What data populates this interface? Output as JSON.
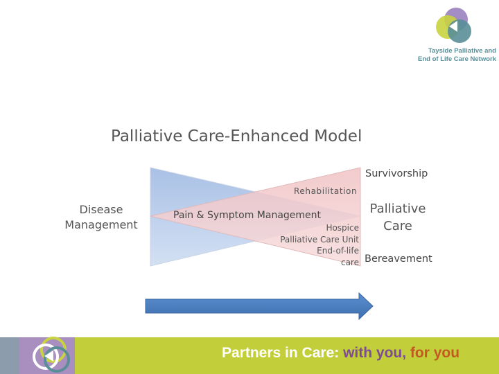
{
  "organization": {
    "name_line1": "Tayside Palliative and",
    "name_line2": "End of Life Care Network"
  },
  "title": "Palliative Care-Enhanced Model",
  "diagram": {
    "left_label_line1": "Disease",
    "left_label_line2": "Management",
    "right_label_line1": "Palliative",
    "right_label_line2": "Care",
    "survivorship": "Survivorship",
    "bereavement": "Bereavement",
    "rehabilitation": "Rehabilitation",
    "pain_symptom": "Pain & Symptom Management",
    "hospice": "Hospice",
    "palliative_care_unit": "Palliative Care Unit",
    "end_of_life": "End-of-life",
    "care": "care"
  },
  "footer": {
    "tagline_part1": "Partners in Care: ",
    "tagline_part2": "with you, ",
    "tagline_part3": "for you"
  },
  "colors": {
    "disease_fill": "#b7cce9",
    "palliative_fill": "#f2c4c4",
    "arrow": "#4f81bd",
    "footer_green": "#c3cf3a",
    "purple": "#7d4c93",
    "orange": "#c05a1f",
    "teal": "#5a8e97"
  }
}
